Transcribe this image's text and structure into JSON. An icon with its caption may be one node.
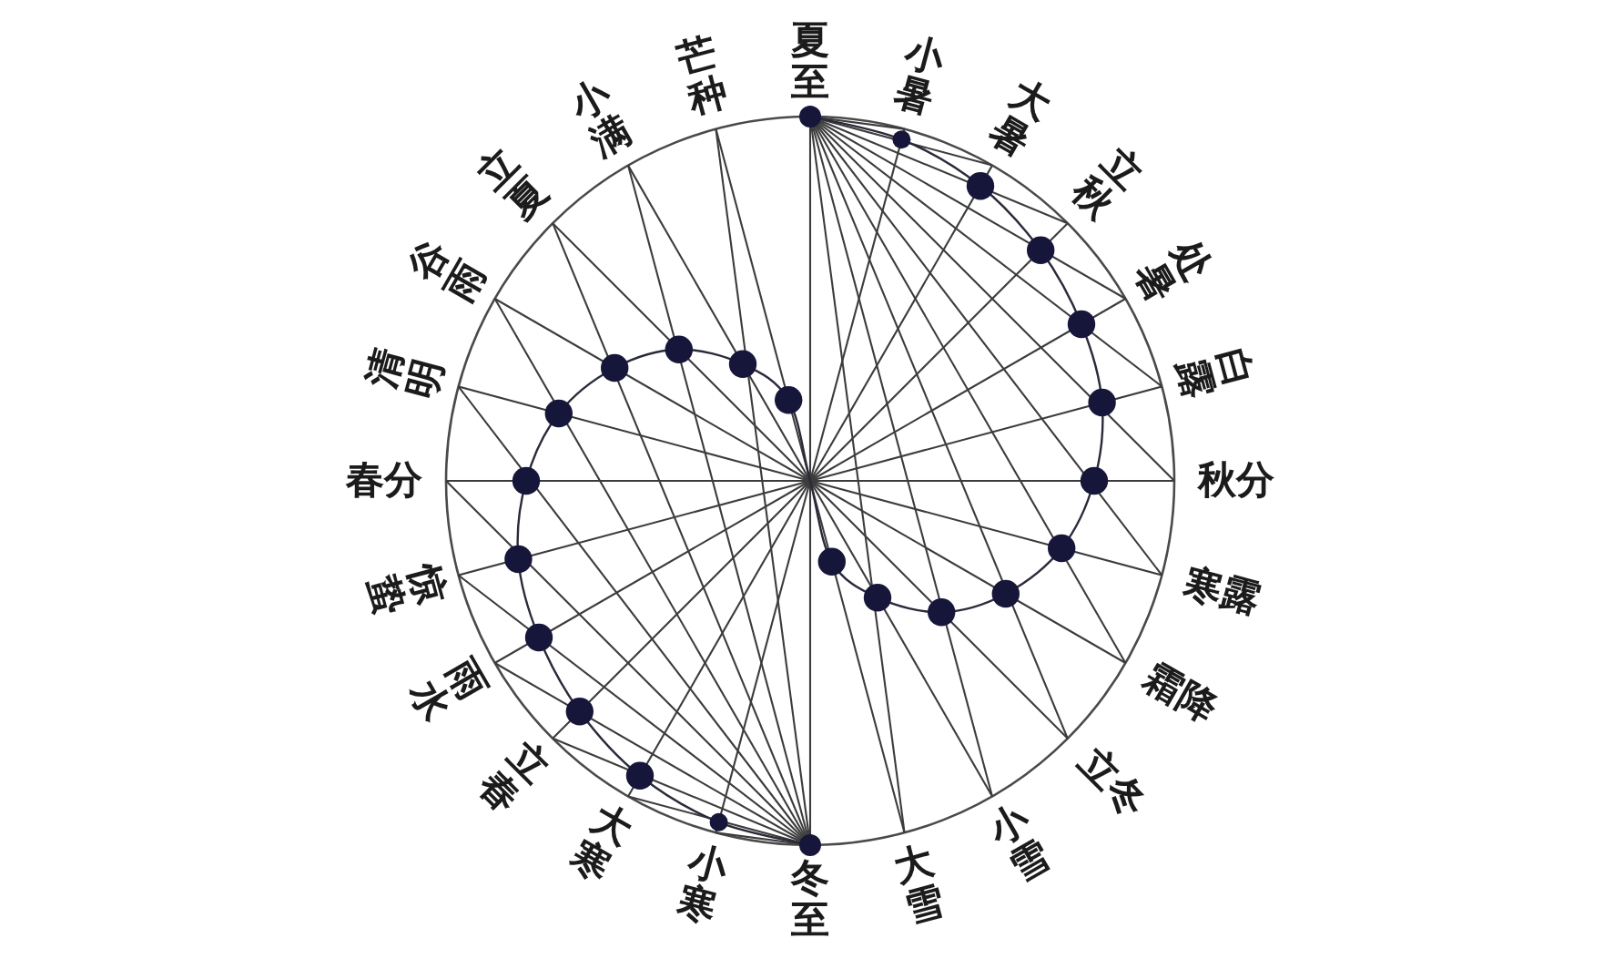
{
  "diagram": {
    "labels": [
      "夏至",
      "小暑",
      "大暑",
      "立秋",
      "处暑",
      "白露",
      "秋分",
      "寒露",
      "霜降",
      "立冬",
      "小雪",
      "大雪",
      "冬至",
      "小寒",
      "大寒",
      "立春",
      "雨水",
      "惊蛰",
      "春分",
      "清明",
      "谷雨",
      "立夏",
      "小满",
      "芒种"
    ]
  }
}
